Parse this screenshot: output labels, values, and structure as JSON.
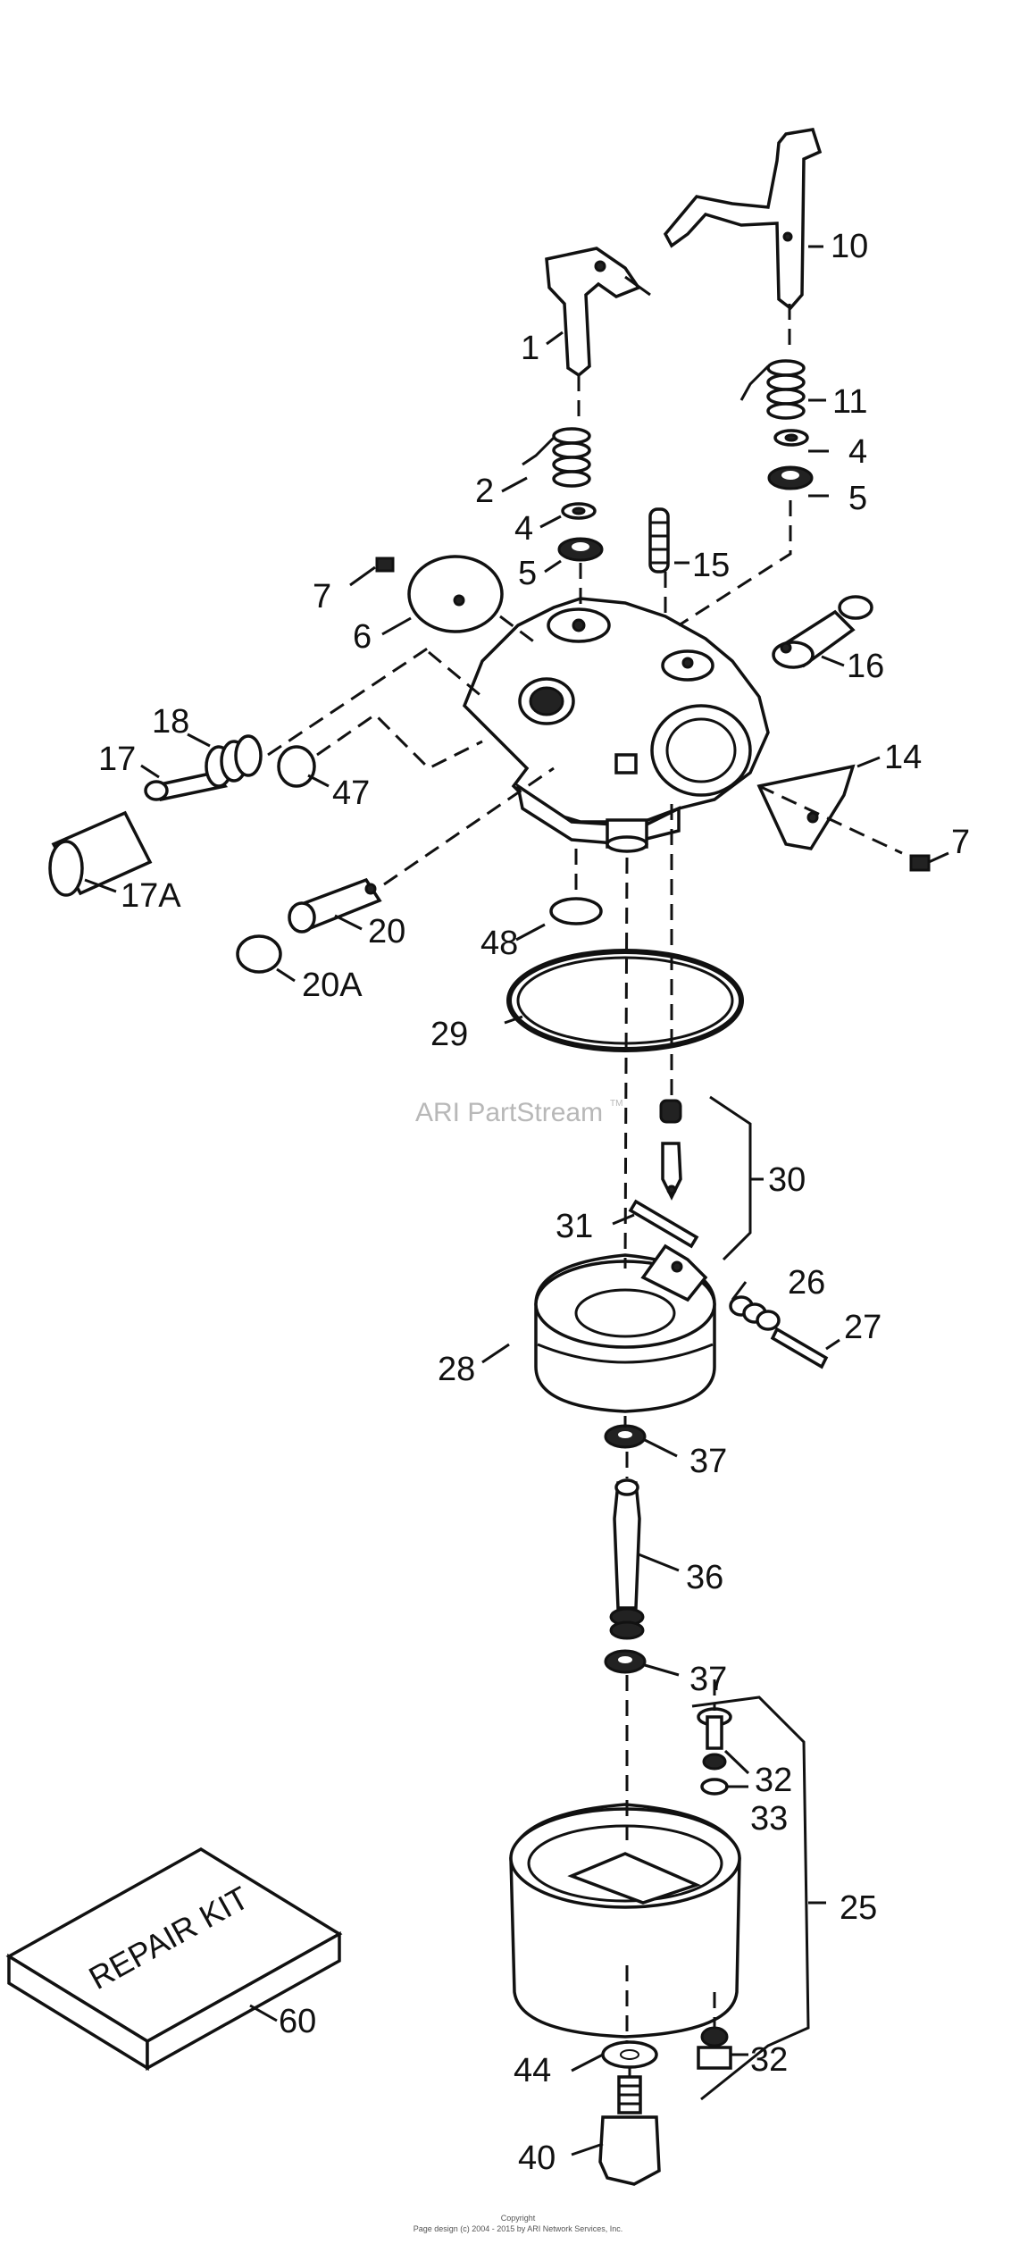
{
  "labels": {
    "p1": "1",
    "p2": "2",
    "p4a": "4",
    "p5a": "5",
    "p4b": "4",
    "p5b": "5",
    "p6": "6",
    "p7a": "7",
    "p7b": "7",
    "p10": "10",
    "p11": "11",
    "p14": "14",
    "p15": "15",
    "p16": "16",
    "p17": "17",
    "p17A": "17A",
    "p18": "18",
    "p20": "20",
    "p20A": "20A",
    "p25": "25",
    "p26": "26",
    "p27": "27",
    "p28": "28",
    "p29": "29",
    "p30": "30",
    "p31": "31",
    "p32a": "32",
    "p32b": "32",
    "p33": "33",
    "p36": "36",
    "p37a": "37",
    "p37b": "37",
    "p40": "40",
    "p44": "44",
    "p47": "47",
    "p48": "48",
    "p60": "60"
  },
  "kit_label": "REPAIR KIT",
  "watermark": "ARI PartStream",
  "watermark_tm": "TM",
  "footer": {
    "line1": "Copyright",
    "line2": "Page design (c) 2004 - 2015 by ARI Network Services, Inc."
  }
}
